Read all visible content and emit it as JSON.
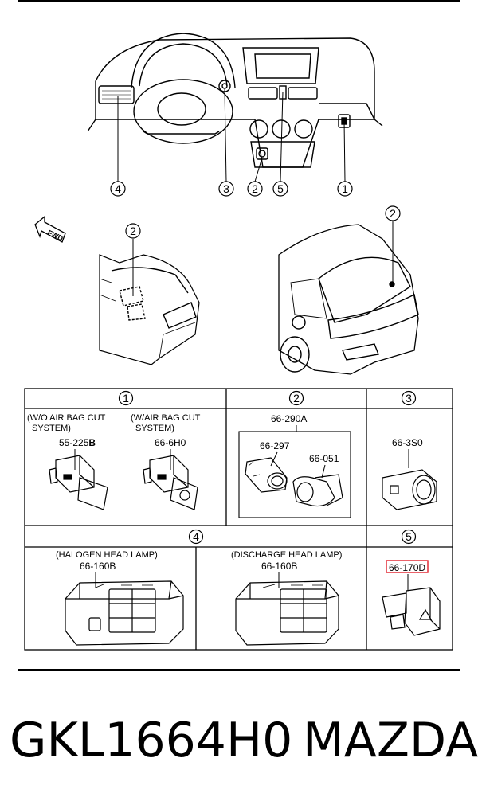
{
  "diagram": {
    "callouts": {
      "dash_1": "1",
      "dash_2": "2",
      "dash_3": "3",
      "dash_4": "4",
      "dash_5": "5",
      "console_2": "2",
      "rear_2": "2"
    },
    "fwd_label": "FWD",
    "table": {
      "headers": [
        "1",
        "2",
        "3",
        "4",
        "5"
      ],
      "cells": {
        "c1a_title_1": "(W/O AIR BAG CUT",
        "c1a_title_2": "SYSTEM)",
        "c1a_part": "55-225",
        "c1a_part_suffix": "B",
        "c1b_title_1": "(W/AIR BAG CUT",
        "c1b_title_2": "SYSTEM)",
        "c1b_part": "66-6H0",
        "c2_group": "66-290A",
        "c2_part_a": "66-297",
        "c2_part_b": "66-051",
        "c3_part": "66-3S0",
        "c4a_title": "(HALOGEN HEAD LAMP)",
        "c4a_part": "66-160B",
        "c4b_title": "(DISCHARGE HEAD LAMP)",
        "c4b_part": "66-160B",
        "c5_part": "66-170D"
      }
    },
    "highlight_color": "#e0202a"
  },
  "footer": {
    "part_number": "GKL1664H0",
    "brand": "MAZDA"
  }
}
